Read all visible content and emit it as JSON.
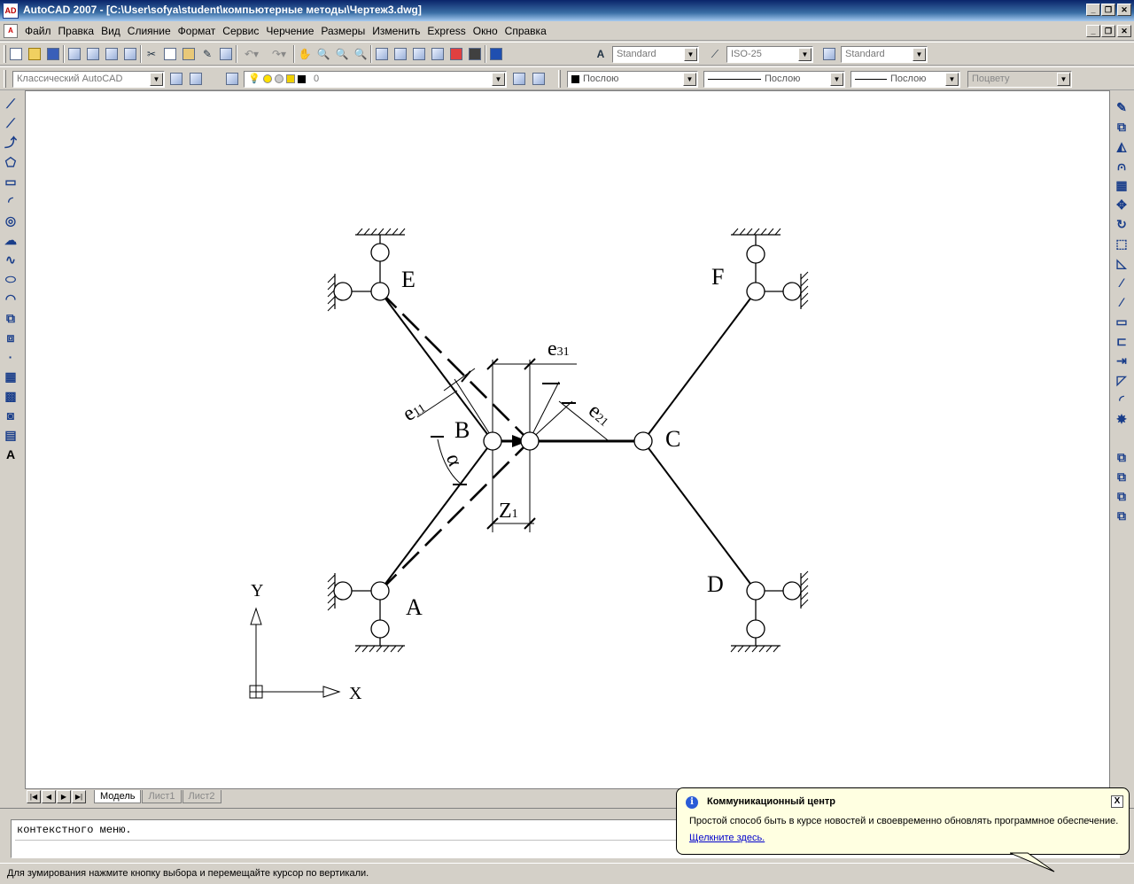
{
  "window": {
    "title": "AutoCAD 2007 - [C:\\User\\sofya\\student\\компьютерные методы\\Чертеж3.dwg]",
    "app_icon_text": "AD",
    "doc_icon_text": "A"
  },
  "menu": [
    "Файл",
    "Правка",
    "Вид",
    "Слияние",
    "Формат",
    "Сервис",
    "Черчение",
    "Размеры",
    "Изменить",
    "Express",
    "Окно",
    "Справка"
  ],
  "toolbar1": {
    "text_style": "Standard",
    "dim_style": "ISO-25",
    "table_style": "Standard"
  },
  "toolbar2": {
    "workspace": "Классический AutoCAD",
    "layer": "0",
    "color": "Послою",
    "linetype": "Послою",
    "lineweight": "Послою",
    "plotstyle": "Поцвету"
  },
  "drawing": {
    "labels": {
      "E": "E",
      "F": "F",
      "B": "B",
      "C": "C",
      "A": "A",
      "D": "D",
      "alpha": "α",
      "e31_main": "e",
      "e31_sub": "31",
      "e11_main": "e",
      "e11_sub": "11",
      "e21_main": "e",
      "e21_sub": "21",
      "z1_main": "Z",
      "z1_sub": "1",
      "axis_x": "X",
      "axis_y": "Y"
    }
  },
  "tabs": [
    "Модель",
    "Лист1",
    "Лист2"
  ],
  "command_line": {
    "text": "контекстного меню."
  },
  "status": {
    "text": "Для зумирования нажмите кнопку выбора и перемещайте курсор по вертикали."
  },
  "balloon": {
    "title": "Коммуникационный центр",
    "body": "Простой способ быть в курсе новостей и своевременно обновлять программное обеспечение.",
    "link": "Щелкните здесь.",
    "close": "X",
    "info_icon": "i"
  },
  "window_buttons": {
    "minimize": "_",
    "restore": "❐",
    "close": "✕"
  }
}
